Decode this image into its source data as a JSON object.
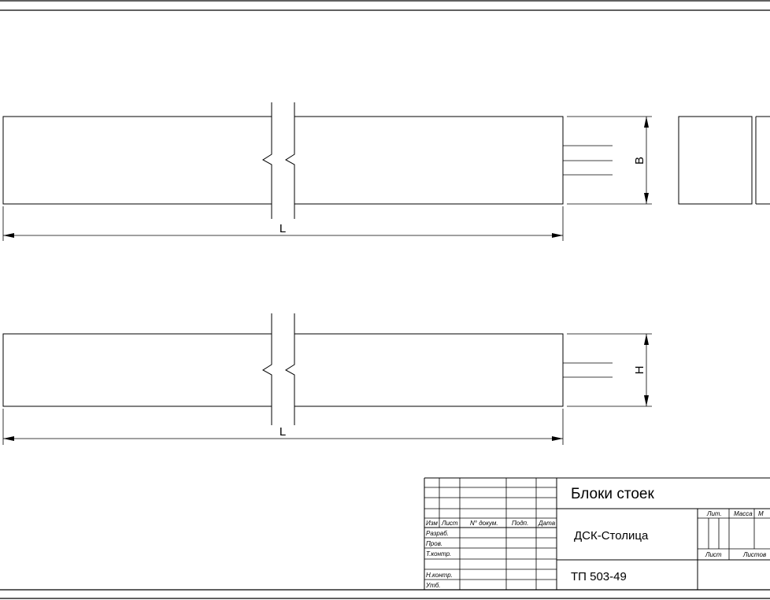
{
  "drawing": {
    "dimensions": {
      "top_length": "L",
      "top_width": "B",
      "bottom_length": "L",
      "bottom_height": "H"
    },
    "title_block": {
      "title": "Блоки стоек",
      "organization": "ДСК-Столица",
      "document_code": "ТП 503-49",
      "columns": {
        "change": "Изм",
        "sheet": "Лист",
        "doc_number": "N° докум.",
        "signature": "Подп.",
        "date": "Дата"
      },
      "roles": {
        "developed": "Разраб.",
        "checked": "Пров.",
        "tech_control": "Т.контр.",
        "norm_control": "Н.контр.",
        "approved": "Утб."
      },
      "stage_headers": {
        "letter": "Лит.",
        "mass": "Масса",
        "scale": "М",
        "sheet": "Лист",
        "sheets": "Листов"
      }
    }
  }
}
